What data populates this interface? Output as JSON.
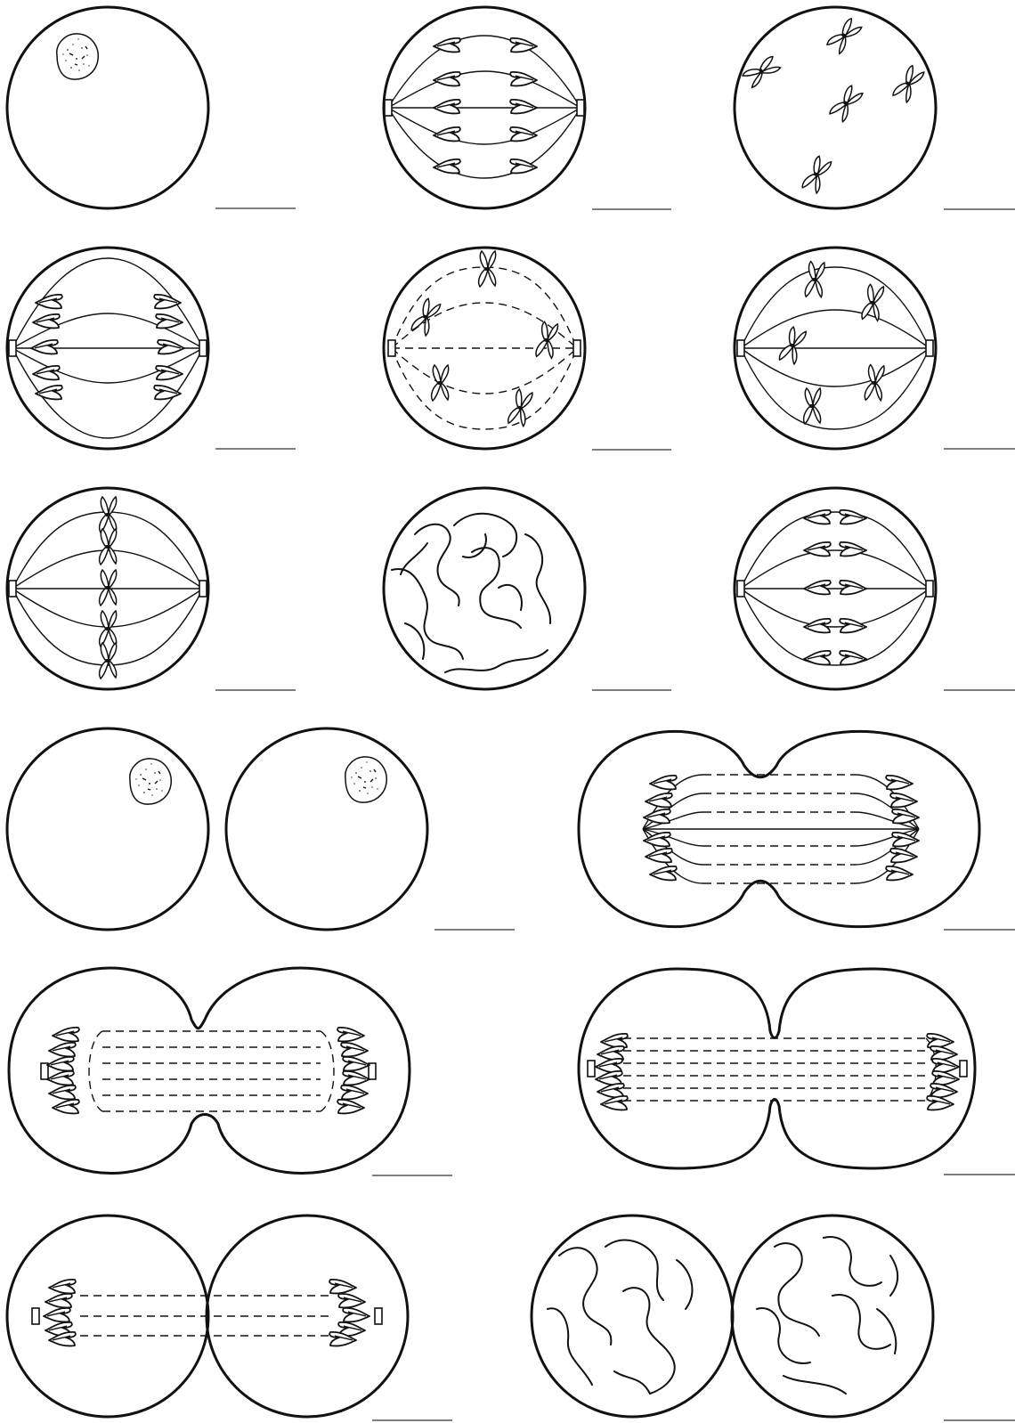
{
  "diagram": {
    "panels": [
      {
        "id": "p1"
      },
      {
        "id": "p2"
      },
      {
        "id": "p3"
      },
      {
        "id": "p4"
      },
      {
        "id": "p5"
      },
      {
        "id": "p6"
      },
      {
        "id": "p7"
      },
      {
        "id": "p8"
      },
      {
        "id": "p9"
      },
      {
        "id": "p10"
      },
      {
        "id": "p11"
      },
      {
        "id": "p12"
      },
      {
        "id": "p13"
      },
      {
        "id": "p14"
      },
      {
        "id": "p15"
      }
    ],
    "answer_blanks": [
      {
        "value": ""
      },
      {
        "value": ""
      },
      {
        "value": ""
      },
      {
        "value": ""
      },
      {
        "value": ""
      },
      {
        "value": ""
      },
      {
        "value": ""
      },
      {
        "value": ""
      },
      {
        "value": ""
      },
      {
        "value": ""
      },
      {
        "value": ""
      },
      {
        "value": ""
      },
      {
        "value": ""
      },
      {
        "value": ""
      },
      {
        "value": ""
      }
    ]
  }
}
